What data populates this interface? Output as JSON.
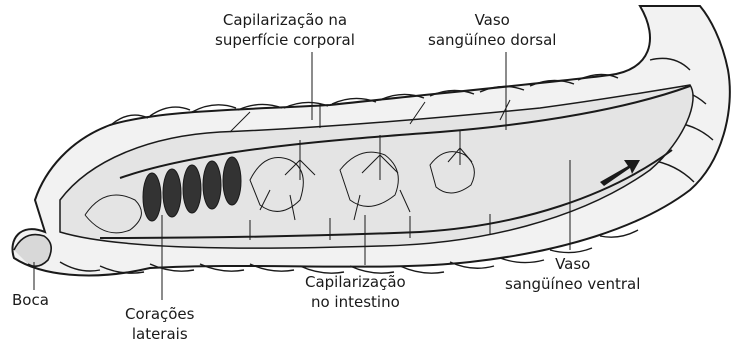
{
  "diagram": {
    "labels": {
      "capilarizacao_superficie": {
        "line1": "Capilarização na",
        "line2": "superfície corporal"
      },
      "vaso_dorsal": {
        "line1": "Vaso",
        "line2": "sangüíneo dorsal"
      },
      "vaso_ventral": {
        "line1": "Vaso",
        "line2": "sangüíneo ventral"
      },
      "capilarizacao_intestino": {
        "line1": "Capilarização",
        "line2": "no intestino"
      },
      "coracoes_laterais": {
        "line1": "Corações",
        "line2": "laterais"
      },
      "boca": {
        "line1": "Boca"
      }
    },
    "colors": {
      "ink": "#1a1a1a",
      "body_fill": "#f2f2f2",
      "gut_fill": "#e4e4e4",
      "heart_fill": "#333333"
    }
  }
}
